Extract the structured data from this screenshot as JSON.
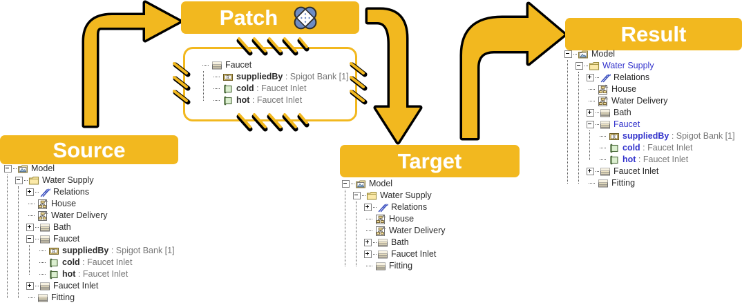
{
  "colors": {
    "banner": "#F2B81F",
    "banner_text": "#FFFFFF",
    "highlight_blue": "#3333CC",
    "tree_text": "#2B2B2B",
    "type_text": "#777777",
    "bandage_blue": "#6E8CC4"
  },
  "banners": {
    "source": "Source",
    "patch": "Patch",
    "target": "Target",
    "result": "Result"
  },
  "icons": {
    "bandage": "bandage-icon",
    "model": "model-folder-icon",
    "folder": "folder-icon",
    "relations": "relations-arrows-icon",
    "diagram": "block-diagram-icon",
    "block": "block-icon",
    "reference": "reference-R-icon",
    "port": "port-icon"
  },
  "trees": {
    "source": {
      "title": "Source",
      "rows": [
        {
          "depth": 0,
          "expander": "minus",
          "icon": "model",
          "name": "Model",
          "type": "",
          "highlight": false
        },
        {
          "depth": 1,
          "expander": "minus",
          "icon": "folder",
          "name": "Water Supply",
          "type": "",
          "highlight": false
        },
        {
          "depth": 2,
          "expander": "plus",
          "icon": "relations",
          "name": "Relations",
          "type": "",
          "highlight": false
        },
        {
          "depth": 2,
          "expander": "none",
          "icon": "diagram",
          "name": "House",
          "type": "",
          "highlight": false
        },
        {
          "depth": 2,
          "expander": "none",
          "icon": "diagram",
          "name": "Water Delivery",
          "type": "",
          "highlight": false
        },
        {
          "depth": 2,
          "expander": "plus",
          "icon": "block",
          "name": "Bath",
          "type": "",
          "highlight": false
        },
        {
          "depth": 2,
          "expander": "minus",
          "icon": "block",
          "name": "Faucet",
          "type": "",
          "highlight": false
        },
        {
          "depth": 3,
          "expander": "none",
          "icon": "reference",
          "name": "suppliedBy",
          "type": " : Spigot Bank [1]",
          "highlight": false
        },
        {
          "depth": 3,
          "expander": "none",
          "icon": "port",
          "name": "cold",
          "type": " : Faucet Inlet",
          "highlight": false
        },
        {
          "depth": 3,
          "expander": "none",
          "icon": "port",
          "name": "hot",
          "type": " : Faucet Inlet",
          "highlight": false
        },
        {
          "depth": 2,
          "expander": "plus",
          "icon": "block",
          "name": "Faucet Inlet",
          "type": "",
          "highlight": false
        },
        {
          "depth": 2,
          "expander": "none",
          "icon": "block",
          "name": "Fitting",
          "type": "",
          "highlight": false
        }
      ]
    },
    "patch": {
      "title": "Patch",
      "rows": [
        {
          "depth": 0,
          "expander": "none",
          "icon": "block",
          "name": "Faucet",
          "type": "",
          "highlight": false
        },
        {
          "depth": 1,
          "expander": "none",
          "icon": "reference",
          "name": "suppliedBy",
          "type": " : Spigot Bank [1]",
          "highlight": false
        },
        {
          "depth": 1,
          "expander": "none",
          "icon": "port",
          "name": "cold",
          "type": " : Faucet Inlet",
          "highlight": false
        },
        {
          "depth": 1,
          "expander": "none",
          "icon": "port",
          "name": "hot",
          "type": " : Faucet Inlet",
          "highlight": false
        }
      ]
    },
    "target": {
      "title": "Target",
      "rows": [
        {
          "depth": 0,
          "expander": "minus",
          "icon": "model",
          "name": "Model",
          "type": "",
          "highlight": false
        },
        {
          "depth": 1,
          "expander": "minus",
          "icon": "folder",
          "name": "Water Supply",
          "type": "",
          "highlight": false
        },
        {
          "depth": 2,
          "expander": "plus",
          "icon": "relations",
          "name": "Relations",
          "type": "",
          "highlight": false
        },
        {
          "depth": 2,
          "expander": "none",
          "icon": "diagram",
          "name": "House",
          "type": "",
          "highlight": false
        },
        {
          "depth": 2,
          "expander": "none",
          "icon": "diagram",
          "name": "Water Delivery",
          "type": "",
          "highlight": false
        },
        {
          "depth": 2,
          "expander": "plus",
          "icon": "block",
          "name": "Bath",
          "type": "",
          "highlight": false
        },
        {
          "depth": 2,
          "expander": "plus",
          "icon": "block",
          "name": "Faucet Inlet",
          "type": "",
          "highlight": false
        },
        {
          "depth": 2,
          "expander": "none",
          "icon": "block",
          "name": "Fitting",
          "type": "",
          "highlight": false
        }
      ]
    },
    "result": {
      "title": "Result",
      "rows": [
        {
          "depth": 0,
          "expander": "minus",
          "icon": "model",
          "name": "Model",
          "type": "",
          "highlight": false
        },
        {
          "depth": 1,
          "expander": "minus",
          "icon": "folder",
          "name": "Water Supply",
          "type": "",
          "highlight": true
        },
        {
          "depth": 2,
          "expander": "plus",
          "icon": "relations",
          "name": "Relations",
          "type": "",
          "highlight": false
        },
        {
          "depth": 2,
          "expander": "none",
          "icon": "diagram",
          "name": "House",
          "type": "",
          "highlight": false
        },
        {
          "depth": 2,
          "expander": "none",
          "icon": "diagram",
          "name": "Water Delivery",
          "type": "",
          "highlight": false
        },
        {
          "depth": 2,
          "expander": "plus",
          "icon": "block",
          "name": "Bath",
          "type": "",
          "highlight": false
        },
        {
          "depth": 2,
          "expander": "minus",
          "icon": "block",
          "name": "Faucet",
          "type": "",
          "highlight": true
        },
        {
          "depth": 3,
          "expander": "none",
          "icon": "reference",
          "name": "suppliedBy",
          "type": " : Spigot Bank [1]",
          "highlight": true
        },
        {
          "depth": 3,
          "expander": "none",
          "icon": "port",
          "name": "cold",
          "type": " : Faucet Inlet",
          "highlight": true
        },
        {
          "depth": 3,
          "expander": "none",
          "icon": "port",
          "name": "hot",
          "type": " : Faucet Inlet",
          "highlight": true
        },
        {
          "depth": 2,
          "expander": "plus",
          "icon": "block",
          "name": "Faucet Inlet",
          "type": "",
          "highlight": false
        },
        {
          "depth": 2,
          "expander": "none",
          "icon": "block",
          "name": "Fitting",
          "type": "",
          "highlight": false
        }
      ]
    }
  },
  "arrows": [
    {
      "name": "arrow-source-to-patch",
      "from": "Source",
      "to": "Patch",
      "direction": "up-right"
    },
    {
      "name": "arrow-patch-to-target",
      "from": "Patch",
      "to": "Target",
      "direction": "down"
    },
    {
      "name": "arrow-target-to-result",
      "from": "Target",
      "to": "Result",
      "direction": "up-right"
    }
  ]
}
